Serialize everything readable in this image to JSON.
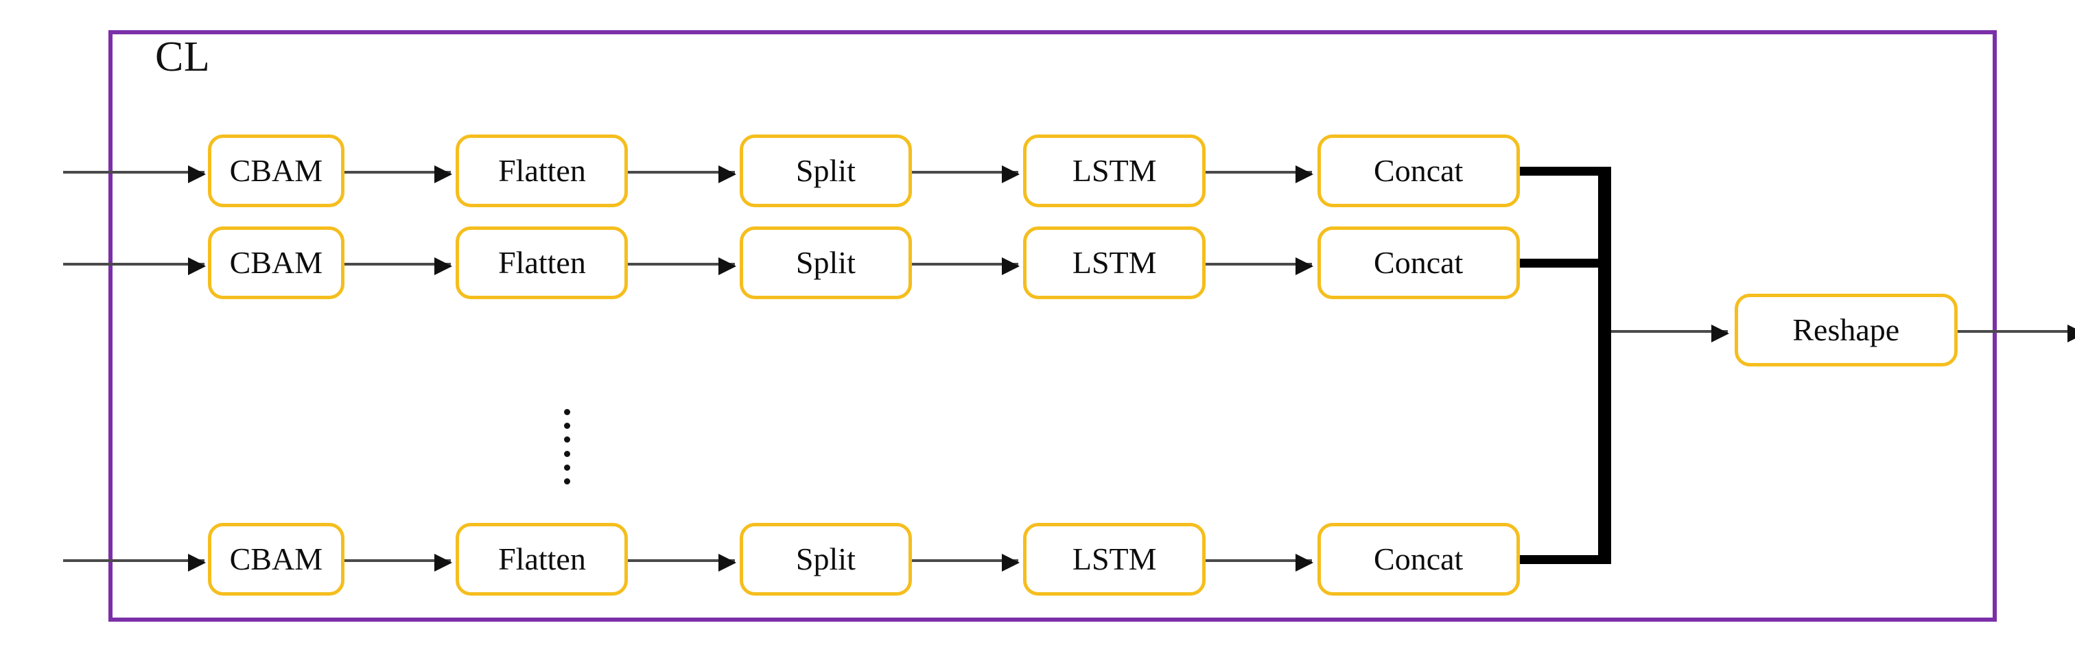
{
  "diagram": {
    "title": "CL",
    "type": "block-diagram",
    "group_label": "CL",
    "colors": {
      "group_border": "#7B2FA8",
      "node_border": "#F5BE1E",
      "node_fill": "#FFFFFF",
      "arrow": "#4A4A4A",
      "bus": "#000000",
      "text": "#111111",
      "background": "#FFFFFF"
    },
    "branches": [
      {
        "index": 1,
        "nodes": [
          {
            "label": "CBAM"
          },
          {
            "label": "Flatten"
          },
          {
            "label": "Split"
          },
          {
            "label": "LSTM"
          },
          {
            "label": "Concat"
          }
        ]
      },
      {
        "index": 2,
        "nodes": [
          {
            "label": "CBAM"
          },
          {
            "label": "Flatten"
          },
          {
            "label": "Split"
          },
          {
            "label": "LSTM"
          },
          {
            "label": "Concat"
          }
        ]
      },
      {
        "index": 3,
        "nodes": [
          {
            "label": "CBAM"
          },
          {
            "label": "Flatten"
          },
          {
            "label": "Split"
          },
          {
            "label": "LSTM"
          },
          {
            "label": "Concat"
          }
        ]
      }
    ],
    "ellipsis": {
      "symbol": "vertical-ellipsis",
      "dots": 6
    },
    "merge": {
      "label": "Reshape"
    },
    "io": {
      "inputs": 3,
      "outputs": 1
    }
  }
}
